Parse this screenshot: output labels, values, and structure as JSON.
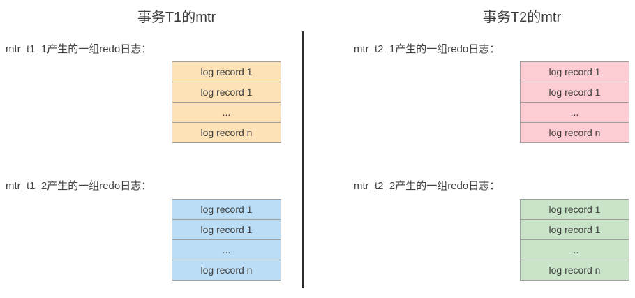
{
  "panels": [
    {
      "title": "事务T1的mtr",
      "groups": [
        {
          "label": "mtr_t1_1产生的一组redo日志：",
          "fill": "#FCE2B6",
          "rows": [
            "log record 1",
            "log record 1",
            "...",
            "log record n"
          ]
        },
        {
          "label": "mtr_t1_2产生的一组redo日志：",
          "fill": "#BBDDF6",
          "rows": [
            "log record 1",
            "log record 1",
            "...",
            "log record n"
          ]
        }
      ]
    },
    {
      "title": "事务T2的mtr",
      "groups": [
        {
          "label": "mtr_t2_1产生的一组redo日志：",
          "fill": "#FDCDD3",
          "rows": [
            "log record 1",
            "log record 1",
            "...",
            "log record n"
          ]
        },
        {
          "label": "mtr_t2_2产生的一组redo日志：",
          "fill": "#C9E4C9",
          "rows": [
            "log record 1",
            "log record 1",
            "...",
            "log record n"
          ]
        }
      ]
    }
  ],
  "colors": {
    "table_border": "#9e9e9e",
    "divider": "#2b2b2b",
    "title_text": "#3c3c3c",
    "body_text": "#3f3f3f"
  }
}
